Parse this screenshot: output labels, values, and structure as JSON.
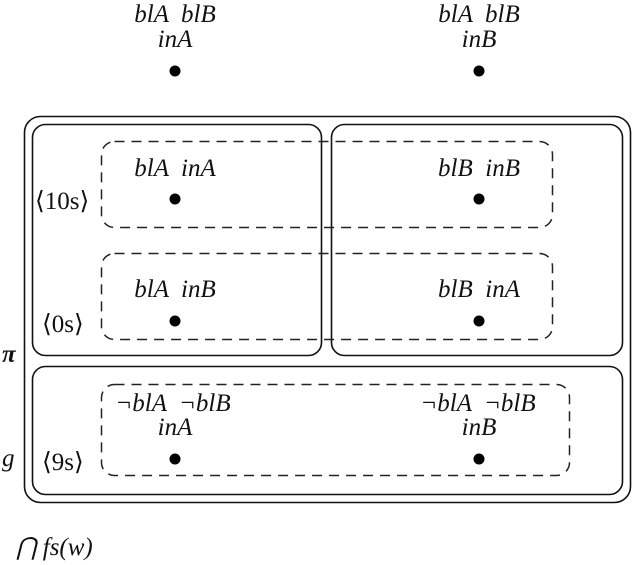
{
  "diagram": {
    "title_formula": "⋂ fs(w)",
    "top_worlds": [
      {
        "line1": "blA  blB",
        "line2": "inA"
      },
      {
        "line1": "blA  blB",
        "line2": "inB"
      }
    ],
    "side_labels": {
      "pi": "π",
      "g": "g"
    },
    "rows": [
      {
        "time_label": "⟨10s⟩",
        "worlds": [
          {
            "label": "blA  inA"
          },
          {
            "label": "blB  inB"
          }
        ]
      },
      {
        "time_label": "⟨0s⟩",
        "worlds": [
          {
            "label": "blA  inB"
          },
          {
            "label": "blB  inA"
          }
        ]
      },
      {
        "time_label": "⟨9s⟩",
        "worlds": [
          {
            "line1": "¬blA  ¬blB",
            "line2": "inA"
          },
          {
            "line1": "¬blA  ¬blB",
            "line2": "inB"
          }
        ]
      }
    ],
    "partitions": {
      "outer": "fs(w)",
      "pi_cells": [
        "left",
        "right"
      ],
      "g_cell": "bottom"
    }
  }
}
